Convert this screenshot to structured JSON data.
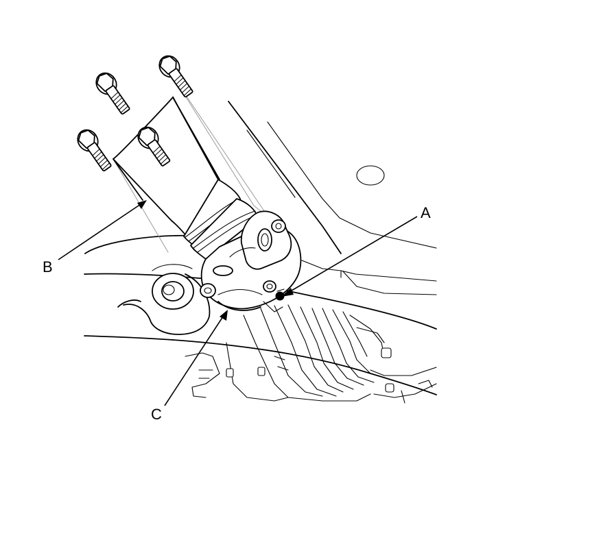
{
  "callouts": {
    "a": {
      "label": "A"
    },
    "b": {
      "label": "B"
    },
    "c": {
      "label": "C"
    }
  },
  "parts": {
    "bolts": {
      "count": 4,
      "icon": "flange-bolt-icon"
    },
    "shaft": {
      "icon": "propeller-shaft-icon"
    },
    "flange": {
      "icon": "flange-yoke-icon"
    }
  },
  "colors": {
    "line": "#000000",
    "background": "#ffffff",
    "hidden_line": "#9a9a9a"
  }
}
